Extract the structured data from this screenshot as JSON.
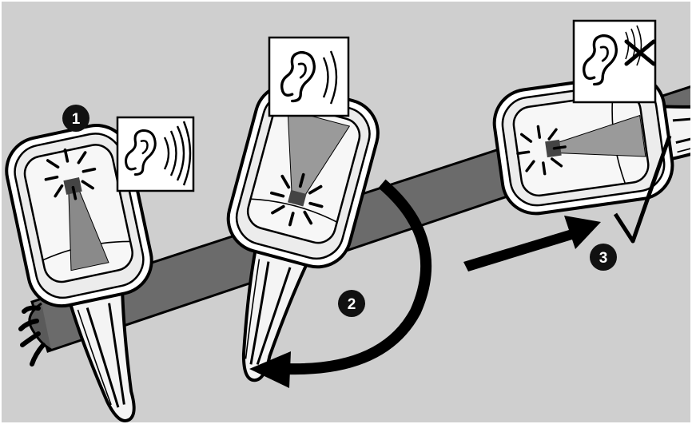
{
  "illustration": {
    "steps": [
      {
        "number": "1",
        "sound_state": "strong-signal"
      },
      {
        "number": "2",
        "sound_state": "weak-signal",
        "motion": "rotate-around-cable"
      },
      {
        "number": "3",
        "sound_state": "no-signal",
        "motion": "slide-along-cable",
        "result": "correct-position"
      }
    ],
    "icons": [
      "ear-icon",
      "sound-waves-icon",
      "cross-icon",
      "checkmark-icon",
      "arrow-icon"
    ],
    "colors": {
      "background": "#cfcfcf",
      "cable": "#6b6b6b",
      "probe_body": "#f4f4f4",
      "outline": "#000000",
      "badge": "#111111"
    }
  }
}
